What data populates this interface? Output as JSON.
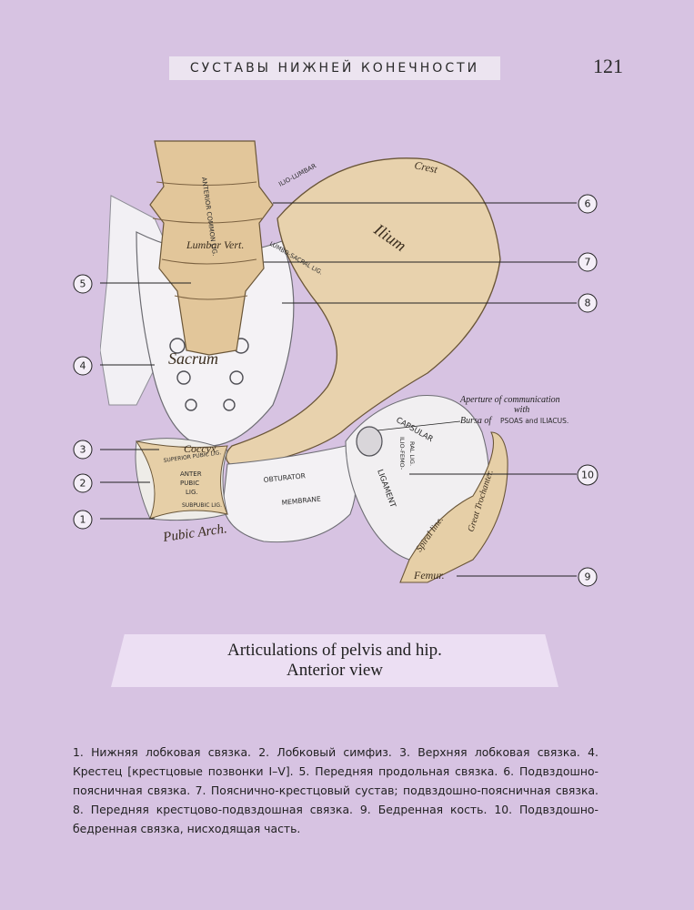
{
  "header": {
    "section_title": "СУСТАВЫ НИЖНЕЙ КОНЕЧНОСТИ",
    "page_number": "121"
  },
  "figure": {
    "bone_labels": {
      "ilium": "Ilium",
      "crest": "Crest",
      "lumbar_vert": "Lumbar Vert.",
      "sacrum": "Sacrum",
      "coccyx": "Coccyx",
      "pubic_arch": "Pubic Arch.",
      "femur": "Femur.",
      "spiral_line": "Spiral line.",
      "great_trochanter": "Great Trochanter."
    },
    "ligament_labels": {
      "anterior_common": "ANTERIOR COMMON LIG.",
      "ilio_lumbar": "ILIO-LUMBAR",
      "lumbo_sacral": "LUMBO-SACRAL LIG.",
      "superior_pubic": "SUPERIOR PUBIC LIG.",
      "anterior_pubic_1": "ANTER",
      "anterior_pubic_2": "PUBIC",
      "anterior_pubic_3": "LIG.",
      "subpubic": "SUBPUBIC LIG.",
      "obturator": "OBTURATOR",
      "membrane": "MEMBRANE",
      "capsular": "CAPSULAR",
      "ligament": "LIGAMENT",
      "ilio_femoral_1": "ILIO-FEMO-",
      "ilio_femoral_2": "RAL LIG."
    },
    "annotation": {
      "line1": "Aperture of communication",
      "line2": "with",
      "line3_prefix": "Bursa of",
      "line3_suffix": "PSOAS and ILIACUS."
    },
    "callouts": [
      "1",
      "2",
      "3",
      "4",
      "5",
      "6",
      "7",
      "8",
      "9",
      "10"
    ]
  },
  "caption": {
    "line1": "Articulations of pelvis and hip.",
    "line2": "Anterior view"
  },
  "legend_text": "1. Нижняя лобковая связка. 2. Лобковый симфиз. 3. Верхняя лобковая связка. 4. Крестец [крестцовые позвонки I–V]. 5. Передняя продольная связка. 6. Подвздошно-поясничная связка. 7. Пояснично-крестцовый сустав; подвздошно-поясничная связка. 8. Передняя крестцово-подвздошная связка. 9. Бедренная кость. 10. Подвздошно-бедренная связка, нисходящая часть."
}
